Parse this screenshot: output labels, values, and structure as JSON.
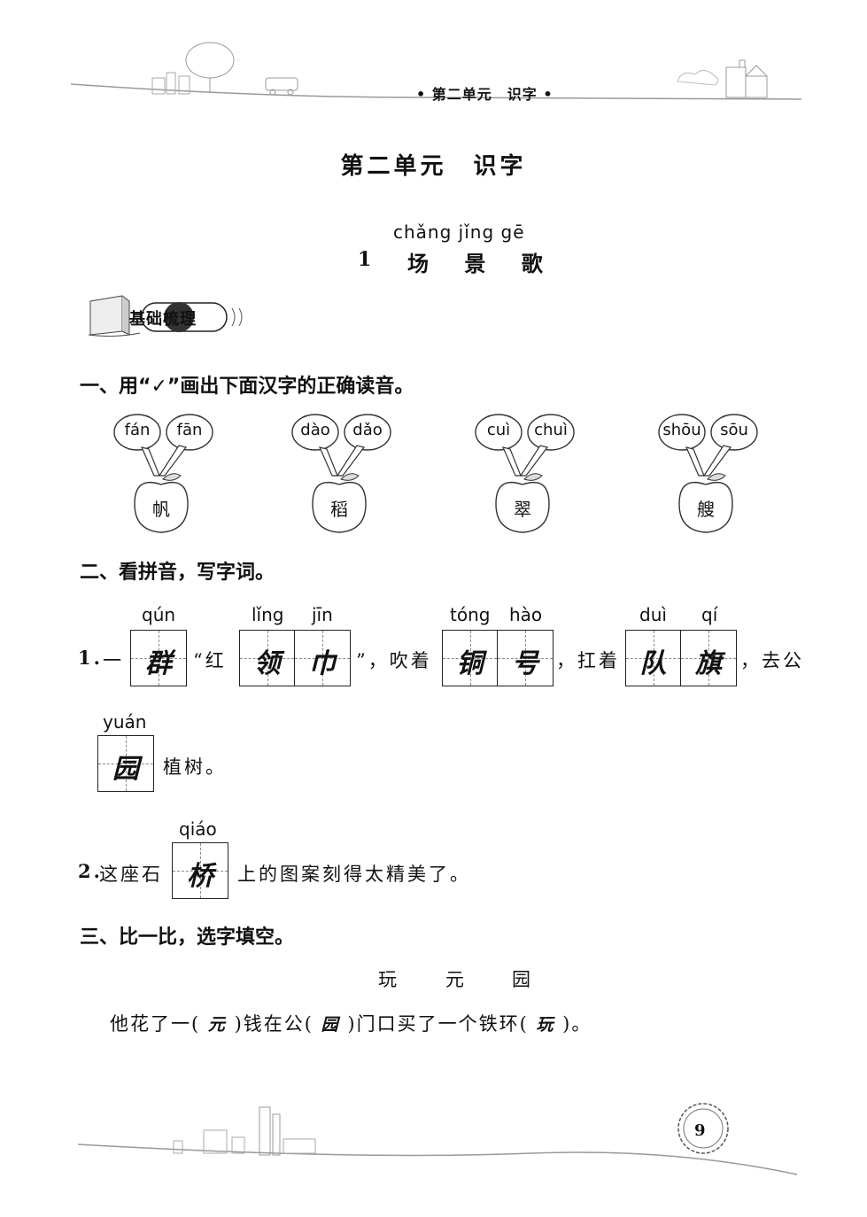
{
  "header": {
    "running_title": "• 第二单元　识字 •"
  },
  "unit_title": "第二单元　识字",
  "lesson": {
    "pinyin": "chǎng jǐng gē",
    "number": "1",
    "title": "场 景 歌"
  },
  "section_badge": "基础梳理",
  "q1": {
    "heading": "一、用“✓”画出下面汉字的正确读音。",
    "items": [
      {
        "char": "帆",
        "left": "fán",
        "right": "fān"
      },
      {
        "char": "稻",
        "left": "dào",
        "right": "dǎo"
      },
      {
        "char": "翠",
        "left": "cuì",
        "right": "chuì"
      },
      {
        "char": "艘",
        "left": "shōu",
        "right": "sōu"
      }
    ]
  },
  "q2": {
    "heading": "二、看拼音，写字词。",
    "item1": {
      "num": "1.",
      "t1": "一",
      "py1": "qún",
      "c1": "群",
      "t2": "“红",
      "py2a": "lǐng",
      "c2a": "领",
      "py2b": "jīn",
      "c2b": "巾",
      "t3": "”，吹着",
      "py3a": "tóng",
      "c3a": "铜",
      "py3b": "hào",
      "c3b": "号",
      "t4": "，扛着",
      "py4a": "duì",
      "c4a": "队",
      "py4b": "qí",
      "c4b": "旗",
      "t5": "，去公",
      "py5": "yuán",
      "c5": "园",
      "t6": "植树。"
    },
    "item2": {
      "num": "2.",
      "t1": "这座石",
      "py": "qiáo",
      "c": "桥",
      "t2": "上的图案刻得太精美了。"
    }
  },
  "q3": {
    "heading": "三、比一比，选字填空。",
    "choices": [
      "玩",
      "元",
      "园"
    ],
    "sentence": {
      "a": "他花了一(",
      "ans1": "元",
      "b": ")钱在公(",
      "ans2": "园",
      "c": ")门口买了一个铁环(",
      "ans3": "玩",
      "d": ")。"
    }
  },
  "page_number": "9"
}
